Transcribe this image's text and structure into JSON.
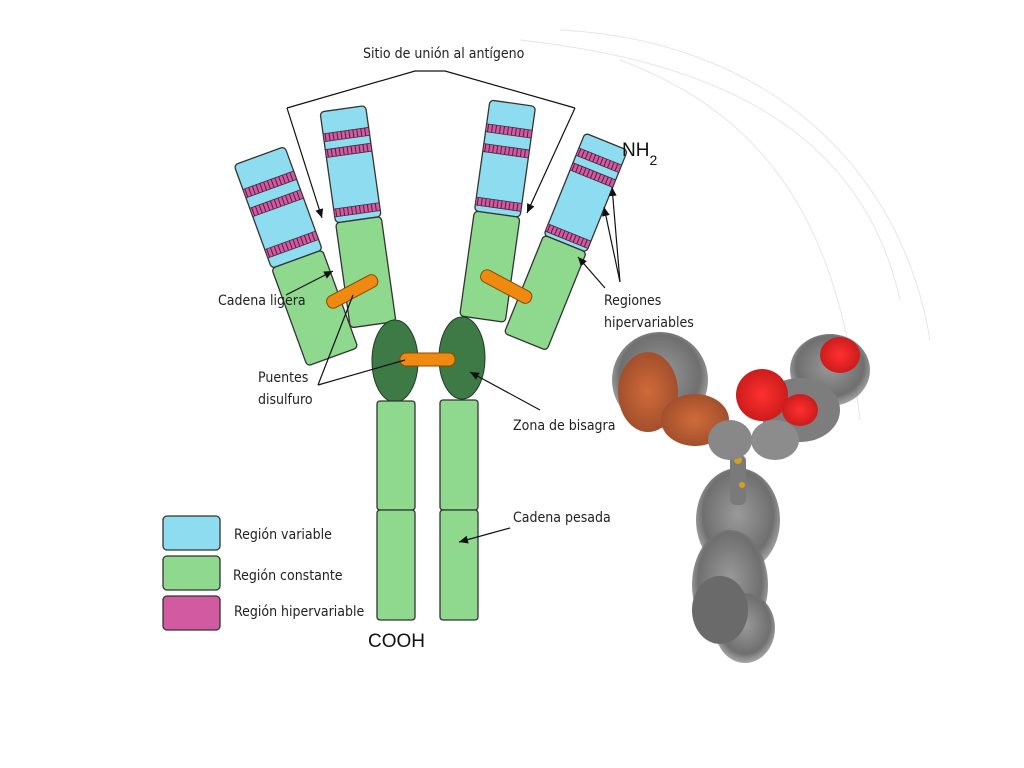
{
  "labels": {
    "antigen_site": "Sitio de unión al antígeno",
    "nh2": "NH",
    "nh2_sub": "2",
    "light_chain": "Cadena ligera",
    "hypervariable_regions": [
      "Regiones",
      "hipervariables"
    ],
    "disulfide_bridges": [
      "Puentes",
      "disulfuro"
    ],
    "hinge_zone": "Zona de bisagra",
    "heavy_chain": "Cadena pesada",
    "cooh": "COOH"
  },
  "legend": [
    {
      "label": "Región variable",
      "color": "#8edcf0"
    },
    {
      "label": "Región constante",
      "color": "#8ed98e"
    },
    {
      "label": "Región hipervariable",
      "color": "#d25aa0"
    }
  ],
  "colors": {
    "variable": "#8edcf0",
    "constant": "#8ed98e",
    "hypervariable": "#d25aa0",
    "hinge": "#3d7a45",
    "disulfide": "#f0890f",
    "outline": "#333333"
  }
}
